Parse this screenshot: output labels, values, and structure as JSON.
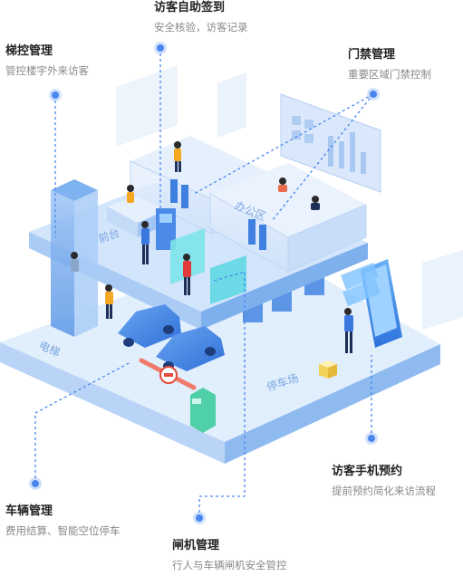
{
  "callouts": [
    {
      "id": "visitor-checkin",
      "title": "访客自助签到",
      "subtitle": "安全核验，访客记录"
    },
    {
      "id": "elevator",
      "title": "梯控管理",
      "subtitle": "管控楼宇外来访客"
    },
    {
      "id": "access-control",
      "title": "门禁管理",
      "subtitle": "重要区域门禁控制"
    },
    {
      "id": "mobile-booking",
      "title": "访客手机预约",
      "subtitle": "提前预约简化来访流程"
    },
    {
      "id": "vehicle",
      "title": "车辆管理",
      "subtitle": "费用结算、智能空位停车"
    },
    {
      "id": "gate",
      "title": "闸机管理",
      "subtitle": "行人与车辆闸机安全管控"
    }
  ],
  "zones": {
    "front_desk": "前台",
    "office": "办公区",
    "elevator": "电梯",
    "parking": "停车场"
  },
  "colors": {
    "accent": "#4a86f0",
    "floor_top": "#d7e8fb",
    "floor_side": "#7fb0ee",
    "teal": "#4fd6e0"
  }
}
